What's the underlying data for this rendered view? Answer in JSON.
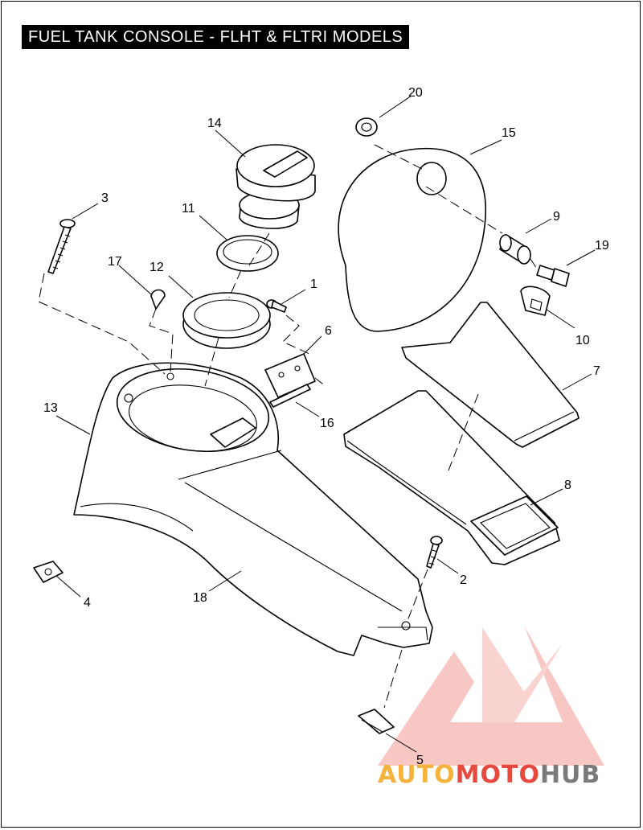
{
  "title": "FUEL TANK CONSOLE - FLHT & FLTRI MODELS",
  "callouts": {
    "c1": "1",
    "c2": "2",
    "c3": "3",
    "c4": "4",
    "c5": "5",
    "c6": "6",
    "c7": "7",
    "c8": "8",
    "c9": "9",
    "c10": "10",
    "c11": "11",
    "c12": "12",
    "c13": "13",
    "c14": "14",
    "c15": "15",
    "c16": "16",
    "c17": "17",
    "c18": "18",
    "c19": "19",
    "c20": "20"
  },
  "watermark": {
    "part_a": "AUTO",
    "part_b": "MOTO",
    "part_c": "HUB",
    "colors": {
      "a": "#f5b23c",
      "b": "#e8493f",
      "c": "#7a7a7a"
    }
  }
}
